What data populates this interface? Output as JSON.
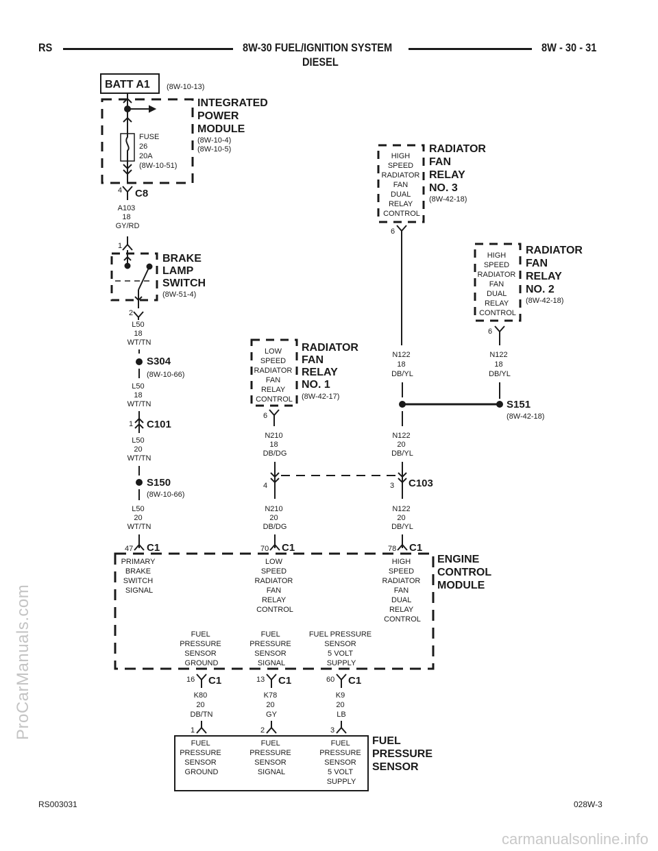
{
  "header": {
    "left": "RS",
    "center_line1": "8W-30 FUEL/IGNITION SYSTEM",
    "center_line2": "DIESEL",
    "right": "8W - 30 - 31"
  },
  "footer": {
    "left": "RS003031",
    "right": "028W-3"
  },
  "watermarks": {
    "side": "ProCarManuals.com",
    "bottom": "carmanualsonline.info"
  },
  "batt": {
    "label": "BATT A1",
    "ref": "(8W-10-13)"
  },
  "ipm": {
    "title": [
      "INTEGRATED",
      "POWER",
      "MODULE"
    ],
    "refs": [
      "(8W-10-4)",
      "(8W-10-5)"
    ],
    "fuse": [
      "FUSE",
      "26",
      "20A",
      "(8W-10-51)"
    ],
    "pin": "4",
    "connector": "C8"
  },
  "wire_a103": [
    "A103",
    "18",
    "GY/RD"
  ],
  "brake_switch": {
    "title": [
      "BRAKE",
      "LAMP",
      "SWITCH"
    ],
    "ref": "(8W-51-4)",
    "pin_top": "1",
    "pin_bottom": "2"
  },
  "wire_l50_a": [
    "L50",
    "18",
    "WT/TN"
  ],
  "s304": {
    "label": "S304",
    "ref": "(8W-10-66)"
  },
  "wire_l50_b": [
    "L50",
    "18",
    "WT/TN"
  ],
  "c101": {
    "pin": "1",
    "label": "C101"
  },
  "wire_l50_c": [
    "L50",
    "20",
    "WT/TN"
  ],
  "s150": {
    "label": "S150",
    "ref": "(8W-10-66)"
  },
  "wire_l50_d": [
    "L50",
    "20",
    "WT/TN"
  ],
  "relay1": {
    "box": [
      "LOW",
      "SPEED",
      "RADIATOR",
      "FAN",
      "RELAY",
      "CONTROL"
    ],
    "title": [
      "RADIATOR",
      "FAN",
      "RELAY",
      "NO. 1"
    ],
    "ref": "(8W-42-17)",
    "pin": "6"
  },
  "wire_n210_a": [
    "N210",
    "18",
    "DB/DG"
  ],
  "wire_n210_b": [
    "N210",
    "20",
    "DB/DG"
  ],
  "relay3": {
    "box": [
      "HIGH",
      "SPEED",
      "RADIATOR",
      "FAN",
      "DUAL",
      "RELAY",
      "CONTROL"
    ],
    "title": [
      "RADIATOR",
      "FAN",
      "RELAY",
      "NO. 3"
    ],
    "ref": "(8W-42-18)",
    "pin": "6"
  },
  "relay2": {
    "box": [
      "HIGH",
      "SPEED",
      "RADIATOR",
      "FAN",
      "DUAL",
      "RELAY",
      "CONTROL"
    ],
    "title": [
      "RADIATOR",
      "FAN",
      "RELAY",
      "NO. 2"
    ],
    "ref": "(8W-42-18)",
    "pin": "6"
  },
  "wire_n122_a": [
    "N122",
    "18",
    "DB/YL"
  ],
  "wire_n122_b": [
    "N122",
    "18",
    "DB/YL"
  ],
  "s151": {
    "label": "S151",
    "ref": "(8W-42-18)"
  },
  "wire_n122_c": [
    "N122",
    "20",
    "DB/YL"
  ],
  "c103": {
    "pin_left": "4",
    "pin_right": "3",
    "label": "C103"
  },
  "wire_n122_d": [
    "N122",
    "20",
    "DB/YL"
  ],
  "ecm": {
    "title": [
      "ENGINE",
      "CONTROL",
      "MODULE"
    ],
    "top_pins": [
      {
        "pin": "47",
        "conn": "C1",
        "text": [
          "PRIMARY",
          "BRAKE",
          "SWITCH",
          "SIGNAL"
        ]
      },
      {
        "pin": "70",
        "conn": "C1",
        "text": [
          "LOW",
          "SPEED",
          "RADIATOR",
          "FAN",
          "RELAY",
          "CONTROL"
        ]
      },
      {
        "pin": "78",
        "conn": "C1",
        "text": [
          "HIGH",
          "SPEED",
          "RADIATOR",
          "FAN",
          "DUAL",
          "RELAY",
          "CONTROL"
        ]
      }
    ],
    "bottom_pins": [
      {
        "pin": "16",
        "conn": "C1",
        "text": [
          "FUEL",
          "PRESSURE",
          "SENSOR",
          "GROUND"
        ]
      },
      {
        "pin": "13",
        "conn": "C1",
        "text": [
          "FUEL",
          "PRESSURE",
          "SENSOR",
          "SIGNAL"
        ]
      },
      {
        "pin": "60",
        "conn": "C1",
        "text": [
          "FUEL PRESSURE",
          "SENSOR",
          "5 VOLT",
          "SUPPLY"
        ]
      }
    ]
  },
  "wires_bottom": [
    [
      "K80",
      "20",
      "DB/TN"
    ],
    [
      "K78",
      "20",
      "GY"
    ],
    [
      "K9",
      "20",
      "LB"
    ]
  ],
  "fps": {
    "title": [
      "FUEL",
      "PRESSURE",
      "SENSOR"
    ],
    "pins": [
      "1",
      "2",
      "3"
    ],
    "labels": [
      [
        "FUEL",
        "PRESSURE",
        "SENSOR",
        "GROUND"
      ],
      [
        "FUEL",
        "PRESSURE",
        "SENSOR",
        "SIGNAL"
      ],
      [
        "FUEL",
        "PRESSURE",
        "SENSOR",
        "5 VOLT",
        "SUPPLY"
      ]
    ]
  }
}
